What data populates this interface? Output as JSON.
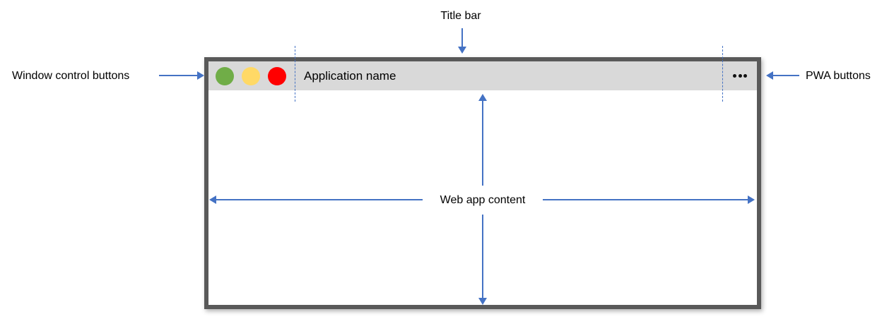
{
  "annotations": {
    "title_bar_label": "Title bar",
    "window_controls_label": "Window control buttons",
    "pwa_buttons_label": "PWA buttons",
    "web_app_content_label": "Web app content"
  },
  "window": {
    "app_name": "Application name",
    "controls": [
      {
        "name": "green-control",
        "color": "#70ad47"
      },
      {
        "name": "yellow-control",
        "color": "#ffd966"
      },
      {
        "name": "red-control",
        "color": "#ff0000"
      }
    ],
    "pwa_menu_icon": "ellipsis-icon"
  },
  "colors": {
    "annotation_accent": "#4472c4",
    "window_border": "#595959",
    "title_bar_background": "#d9d9d9",
    "control_green": "#70ad47",
    "control_yellow": "#ffd966",
    "control_red": "#ff0000",
    "text": "#000000"
  }
}
